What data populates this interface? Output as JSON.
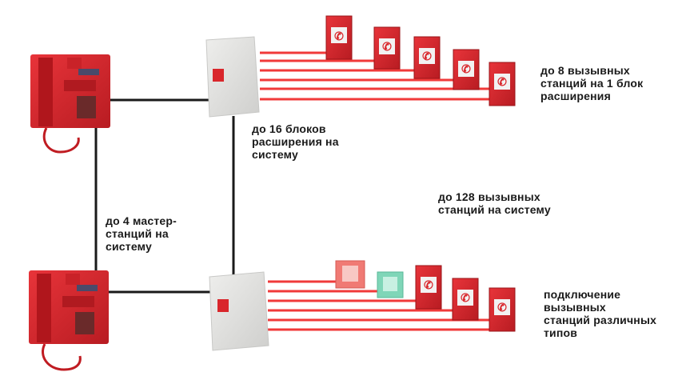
{
  "labels": {
    "stations_per_block": "до 8 вызывных\nстанций на 1 блок\nрасширения",
    "blocks_per_system": "до 16 блоков\nрасширения на\nсистему",
    "stations_per_system": "до 128 вызывных\nстанций на систему",
    "master_stations": "до 4 мастер-\nстанций на\nсистему",
    "different_types": "подключение\nвызывных\nстанций различных\nтипов"
  },
  "colors": {
    "device_red": "#d9262b",
    "device_dark": "#a3161b",
    "wire_red": "#f03a3a",
    "wire_black": "#1a1a1a",
    "cabinet": "#e2e2e0",
    "alt_station_pink": "#f07a74",
    "alt_station_green": "#7fd6b8"
  },
  "icons": {
    "master_station": "desk-phone-icon",
    "expansion_block": "cabinet-icon",
    "call_station": "call-point-icon"
  }
}
